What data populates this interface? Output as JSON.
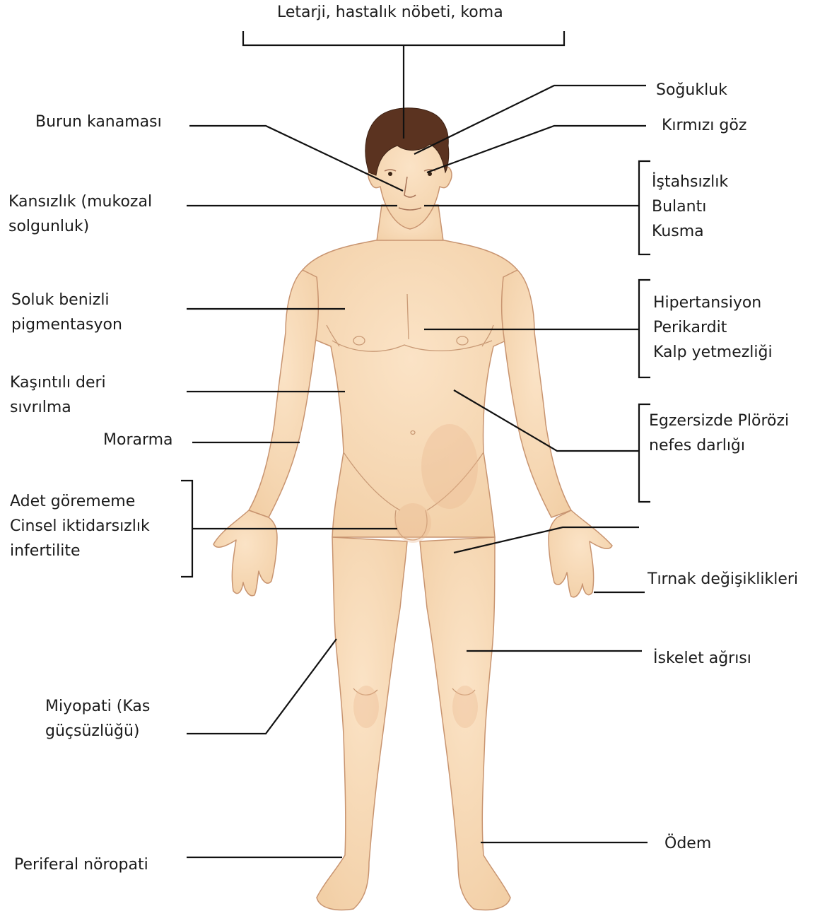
{
  "colors": {
    "background": "#ffffff",
    "skin": "#f8dcbc",
    "skin_shadow": "#eab88f",
    "hair": "#5b3320",
    "outline": "#c89470",
    "leader_line": "#111111"
  },
  "labels": {
    "lethargy": "Letarji, hastalık nöbeti, koma",
    "epistaxis": "Burun kanaması",
    "anemia": [
      "Kansızlık (mukozal",
      "solgunluk)"
    ],
    "pallor": [
      "Soluk benizli",
      "pigmentasyon"
    ],
    "pruritus": [
      "Kaşıntılı deri",
      "sıvrılma"
    ],
    "bruising": "Morarma",
    "reproductive": [
      "Adet görememe",
      "Cinsel iktidarsızlık",
      "infertilite"
    ],
    "myopathy": [
      "Miyopati (Kas",
      "güçsüzlüğü)"
    ],
    "neuropathy": "Periferal nöropati",
    "cold": "Soğukluk",
    "red_eye": "Kırmızı göz",
    "gastro": [
      "İştahsızlık",
      "Bulantı",
      "Kusma"
    ],
    "cardio": [
      "Hipertansiyon",
      "Perikardit",
      "Kalp yetmezliği"
    ],
    "pleura": [
      "Egzersizde Plörözi",
      "nefes darlığı"
    ],
    "nails": "Tırnak değişiklikleri",
    "bone": "İskelet ağrısı",
    "edema": "Ödem"
  }
}
